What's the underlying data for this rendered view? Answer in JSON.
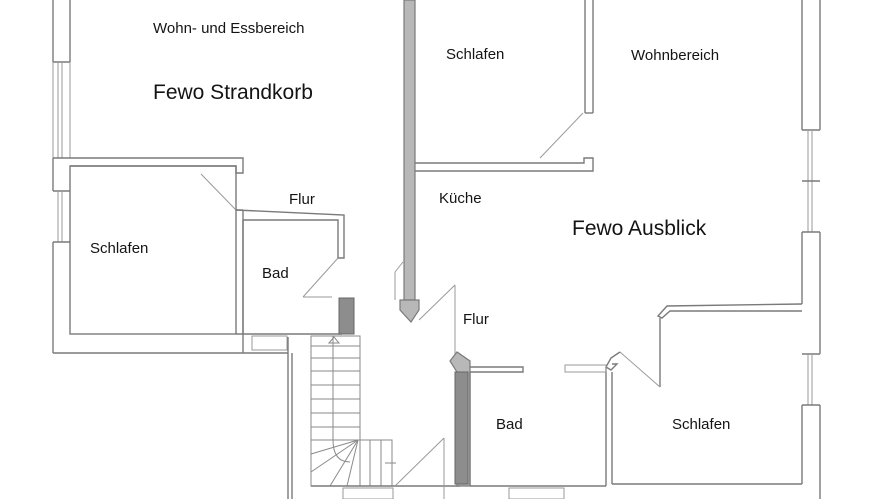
{
  "diagram": {
    "type": "floor-plan",
    "apartments": [
      {
        "name": "Fewo Strandkorb"
      },
      {
        "name": "Fewo Ausblick"
      }
    ],
    "labels": {
      "wohn_essbereich": "Wohn- und Essbereich",
      "fewo_strandkorb": "Fewo Strandkorb",
      "schlafen_left": "Schlafen",
      "flur_left": "Flur",
      "bad_left": "Bad",
      "schlafen_top": "Schlafen",
      "wohnbereich": "Wohnbereich",
      "kueche": "Küche",
      "fewo_ausblick": "Fewo Ausblick",
      "flur_center": "Flur",
      "bad_right": "Bad",
      "schlafen_right": "Schlafen"
    },
    "colors": {
      "background": "#ffffff",
      "wall": "#7a7a7a",
      "chimney": "#b8b8b8",
      "text": "#141414"
    }
  }
}
